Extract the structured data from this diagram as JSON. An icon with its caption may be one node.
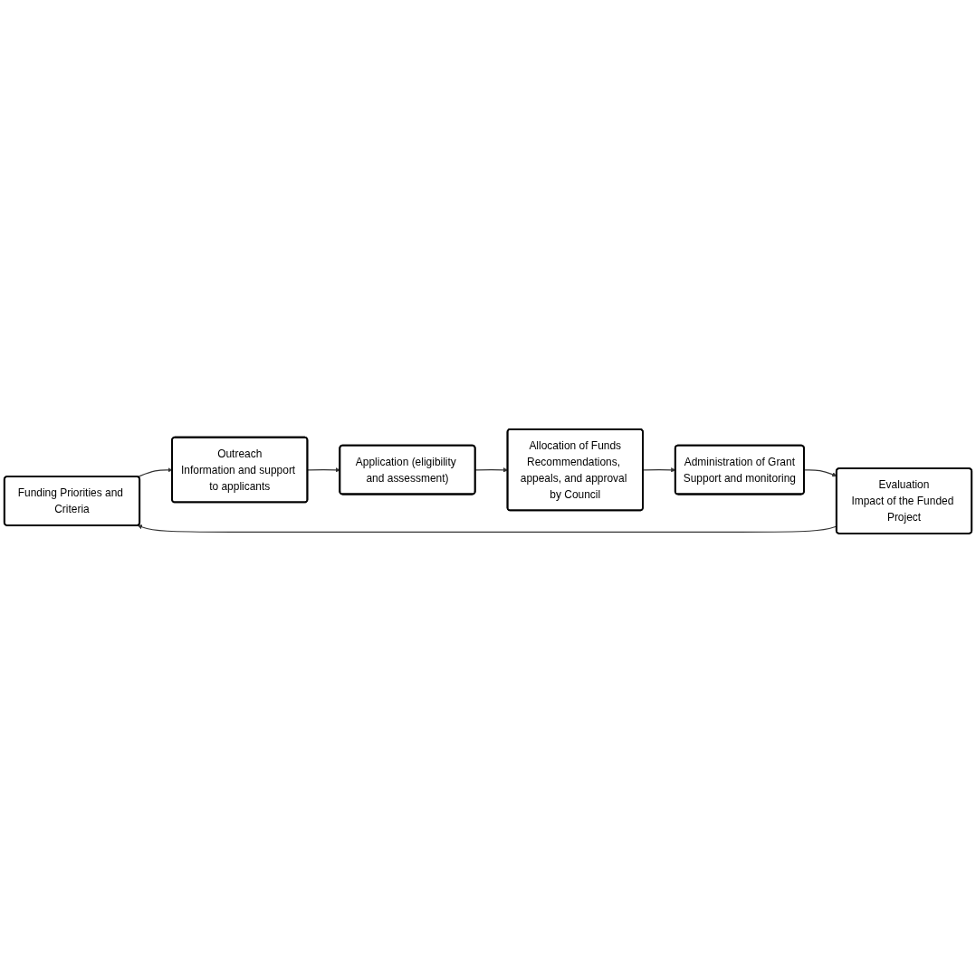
{
  "diagram": {
    "nodes": [
      {
        "text": [
          "Funding Priorities and Criteria"
        ]
      },
      {
        "text": [
          "Outreach",
          "Information and support to applicants"
        ]
      },
      {
        "text": [
          "Application (eligibility and assessment)"
        ]
      },
      {
        "text": [
          "Allocation of Funds",
          "Recommendations, appeals, and approval by Council"
        ]
      },
      {
        "text": [
          "Administration of Grant",
          "Support and monitoring"
        ]
      },
      {
        "text": [
          "Evaluation",
          "Impact of the Funded Project"
        ]
      }
    ],
    "edges": [
      {
        "from": 0,
        "to": 1,
        "arrow": "to"
      },
      {
        "from": 1,
        "to": 2,
        "arrow": "to"
      },
      {
        "from": 2,
        "to": 3,
        "arrow": "to"
      },
      {
        "from": 3,
        "to": 4,
        "arrow": "to"
      },
      {
        "from": 4,
        "to": 5,
        "arrow": "to"
      },
      {
        "from": 5,
        "to": 0,
        "arrow": "to"
      }
    ]
  }
}
